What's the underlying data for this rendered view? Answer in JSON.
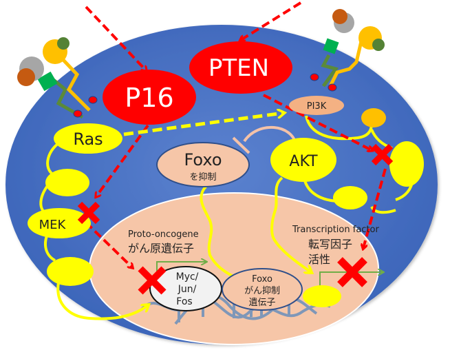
{
  "title": "Cell signaling: P16 / PTEN / Ras / PI3K / AKT / Foxo",
  "nodes": {
    "p16": "P16",
    "pten": "PTEN",
    "ras": "Ras",
    "pi3k": "PI3K",
    "akt": "AKT",
    "mek": "MEK",
    "foxo": "Foxo",
    "foxo_sub": "を抑制"
  },
  "nucleus": {
    "proto_en": "Proto-oncogene",
    "proto_jp": "がん原遺伝子",
    "tf_en": "Transcription factor",
    "tf_jp_1": "転写因子",
    "tf_jp_2": "活性",
    "myc_lines": [
      "Myc/",
      "Jun/",
      "Fos"
    ],
    "foxo_gene_lines": [
      "Foxo",
      "がん抑制",
      "遺伝子"
    ]
  },
  "colors": {
    "cell": "#4472c4",
    "nucleus": "#f6c6a8",
    "inhibitor_red": "#ff0000",
    "signal_yellow": "#ffff00",
    "pi3k": "#f4b183",
    "gene_arrow": "#70ad47",
    "dna": "#7f97b8"
  }
}
